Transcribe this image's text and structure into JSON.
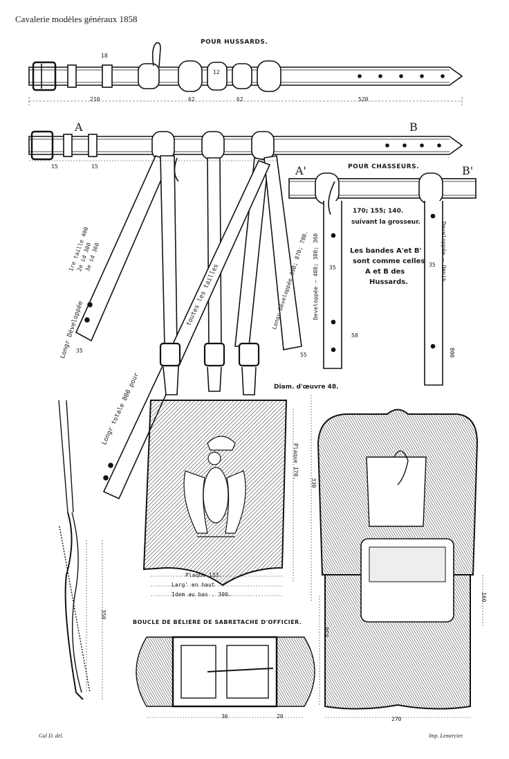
{
  "title": "Cavalerie modèles généraux 1858",
  "sections": {
    "hussards_label": "POUR HUSSARDS.",
    "chasseurs_label": "POUR CHASSEURS.",
    "buckle_label": "BOUCLE DE BÉLIERE DE SABRETACHE D'OFFICIER."
  },
  "letters": {
    "a": "A",
    "b": "B",
    "a_prime": "A'",
    "b_prime": "B'"
  },
  "notes": {
    "sizes": "170; 155; 140.",
    "sizes_sub": "suivant la grosseur.",
    "bands_line1": "Les bandes A'et B'",
    "bands_line2": "sont comme celles",
    "bands_line3": "A et B des",
    "bands_line4": "Hussards.",
    "diam": "Diam. d'œuvre 48.",
    "plaque_133": "Plaque 133.",
    "larg_haut": "Larg' en haut",
    "idem_bas": "Idem au bas . 300."
  },
  "vertical_labels": {
    "developpee_left": "Developpée — 400; 380; 360",
    "developpee_right": "Developpée — Omnib.",
    "longr_developpee": "Longr Développée",
    "taille": "1re taille 400",
    "taille2": "2e id 380",
    "taille3": "3e id 360",
    "toutes_les_tailles": "toutes les tailles",
    "longr_totale": "Longr totale 800 pour",
    "longr_dev_right": "Longr Développée 890; 870; 780.",
    "plaque_170": "Plaque 170.",
    "dim_330": "330",
    "dim_350": "350",
    "dim_830": "830",
    "dim_160": "160",
    "dim_800": "800"
  },
  "dimensions": {
    "d210": "210",
    "d62a": "62",
    "d62b": "62",
    "d520": "520",
    "d15a": "15",
    "d15b": "15",
    "d18": "18",
    "d12": "12",
    "d35a": "35",
    "d35b": "35",
    "d35c": "35",
    "d55": "55",
    "d58": "58",
    "d36": "36",
    "d270": "270",
    "d20": "20"
  },
  "signatures": {
    "left": "Gal D. del.",
    "right": "Imp. Lemercier."
  }
}
